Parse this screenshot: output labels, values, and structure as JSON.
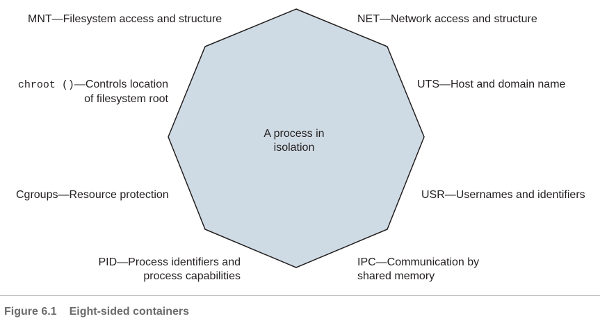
{
  "center": {
    "line1": "A process in",
    "line2": "isolation"
  },
  "labels": {
    "mnt": "MNT—Filesystem access and structure",
    "net": "NET—Network access and structure",
    "chroot_code": "chroot ()",
    "chroot_line1": "—Controls location",
    "chroot_line2": "of filesystem root",
    "uts": "UTS—Host and domain name",
    "cgroups": "Cgroups—Resource protection",
    "usr": "USR—Usernames and identifiers",
    "pid_line1": "PID—Process identifiers and",
    "pid_line2": "process capabilities",
    "ipc_line1": "IPC—Communication by",
    "ipc_line2": "shared memory"
  },
  "caption": {
    "number": "Figure 6.1",
    "title": "Eight-sided containers"
  },
  "colors": {
    "octagon_fill": "#cfdbe4",
    "octagon_stroke": "#231f20",
    "caption_text": "#6b6b6b"
  }
}
